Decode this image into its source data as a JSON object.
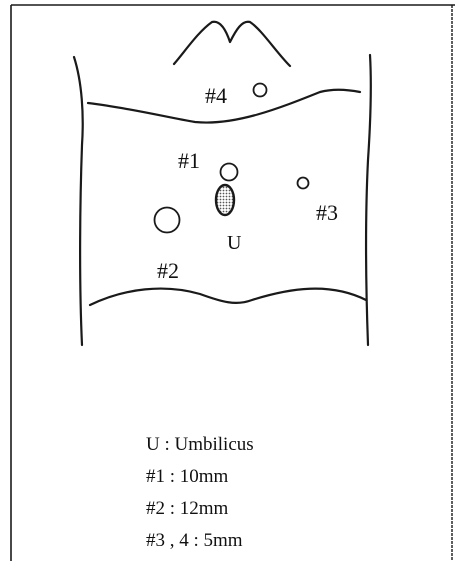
{
  "colors": {
    "line": "#1a1a1a",
    "umbilicus_fill": "#9a9a9a",
    "background": "#ffffff"
  },
  "ports": {
    "p1": {
      "label": "#1"
    },
    "p2": {
      "label": "#2"
    },
    "p3": {
      "label": "#3"
    },
    "p4": {
      "label": "#4"
    }
  },
  "umbilicus": {
    "label": "U"
  },
  "legend": {
    "items": [
      "U : Umbilicus",
      "#1 : 10mm",
      "#2 : 12mm",
      "#3 , 4 : 5mm"
    ]
  }
}
